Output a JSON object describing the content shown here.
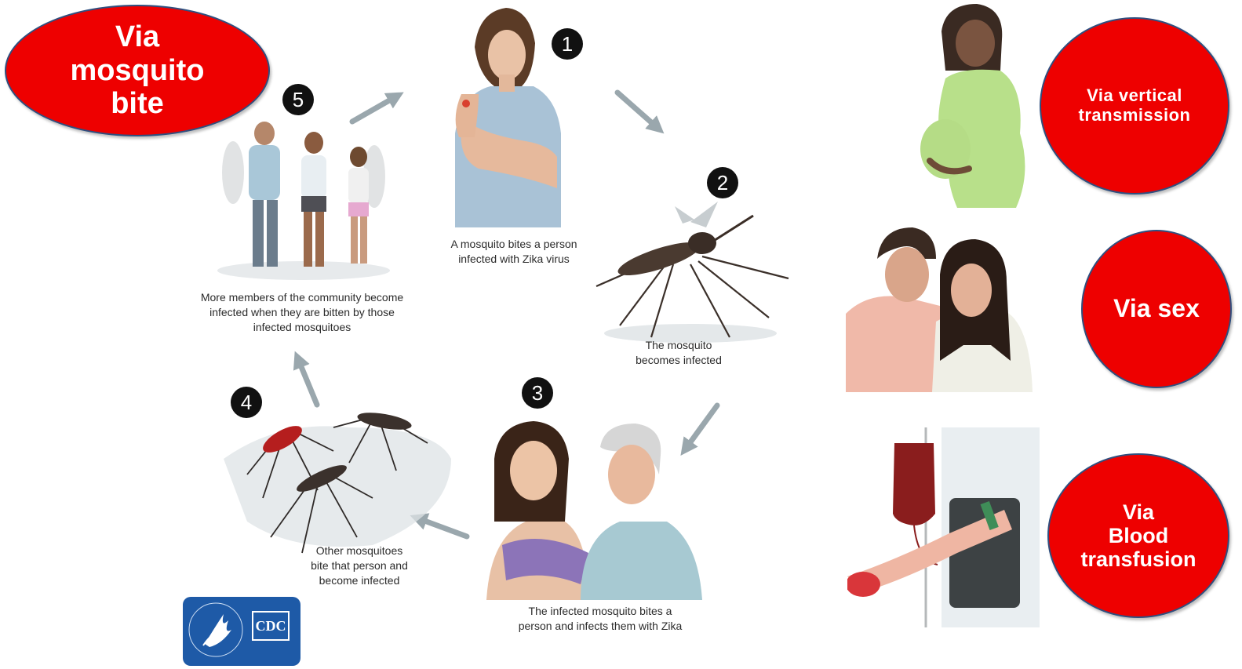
{
  "labels": {
    "mosquito_bite": [
      "Via",
      "mosquito",
      "bite"
    ],
    "vertical": [
      "Via vertical",
      "transmission"
    ],
    "sex": [
      "Via sex"
    ],
    "blood": [
      "Via",
      "Blood",
      "transfusion"
    ]
  },
  "steps": [
    {
      "number": "1",
      "caption": [
        "A mosquito bites a person",
        "infected with Zika virus"
      ]
    },
    {
      "number": "2",
      "caption": [
        "The mosquito",
        "becomes infected"
      ]
    },
    {
      "number": "3",
      "caption": [
        "The infected mosquito bites a",
        "person and infects them with Zika"
      ]
    },
    {
      "number": "4",
      "caption": [
        "Other mosquitoes",
        "bite that person and",
        "become infected"
      ]
    },
    {
      "number": "5",
      "caption": [
        "More members of the community become",
        "infected when they are bitten by those",
        "infected mosquitoes"
      ]
    }
  ],
  "logo": {
    "text": "CDC"
  },
  "colors": {
    "oval_fill": "#ee0000",
    "oval_border": "#2f4f7f",
    "arrow": "#9aa7ad",
    "logo_bg": "#1e5aa7"
  }
}
